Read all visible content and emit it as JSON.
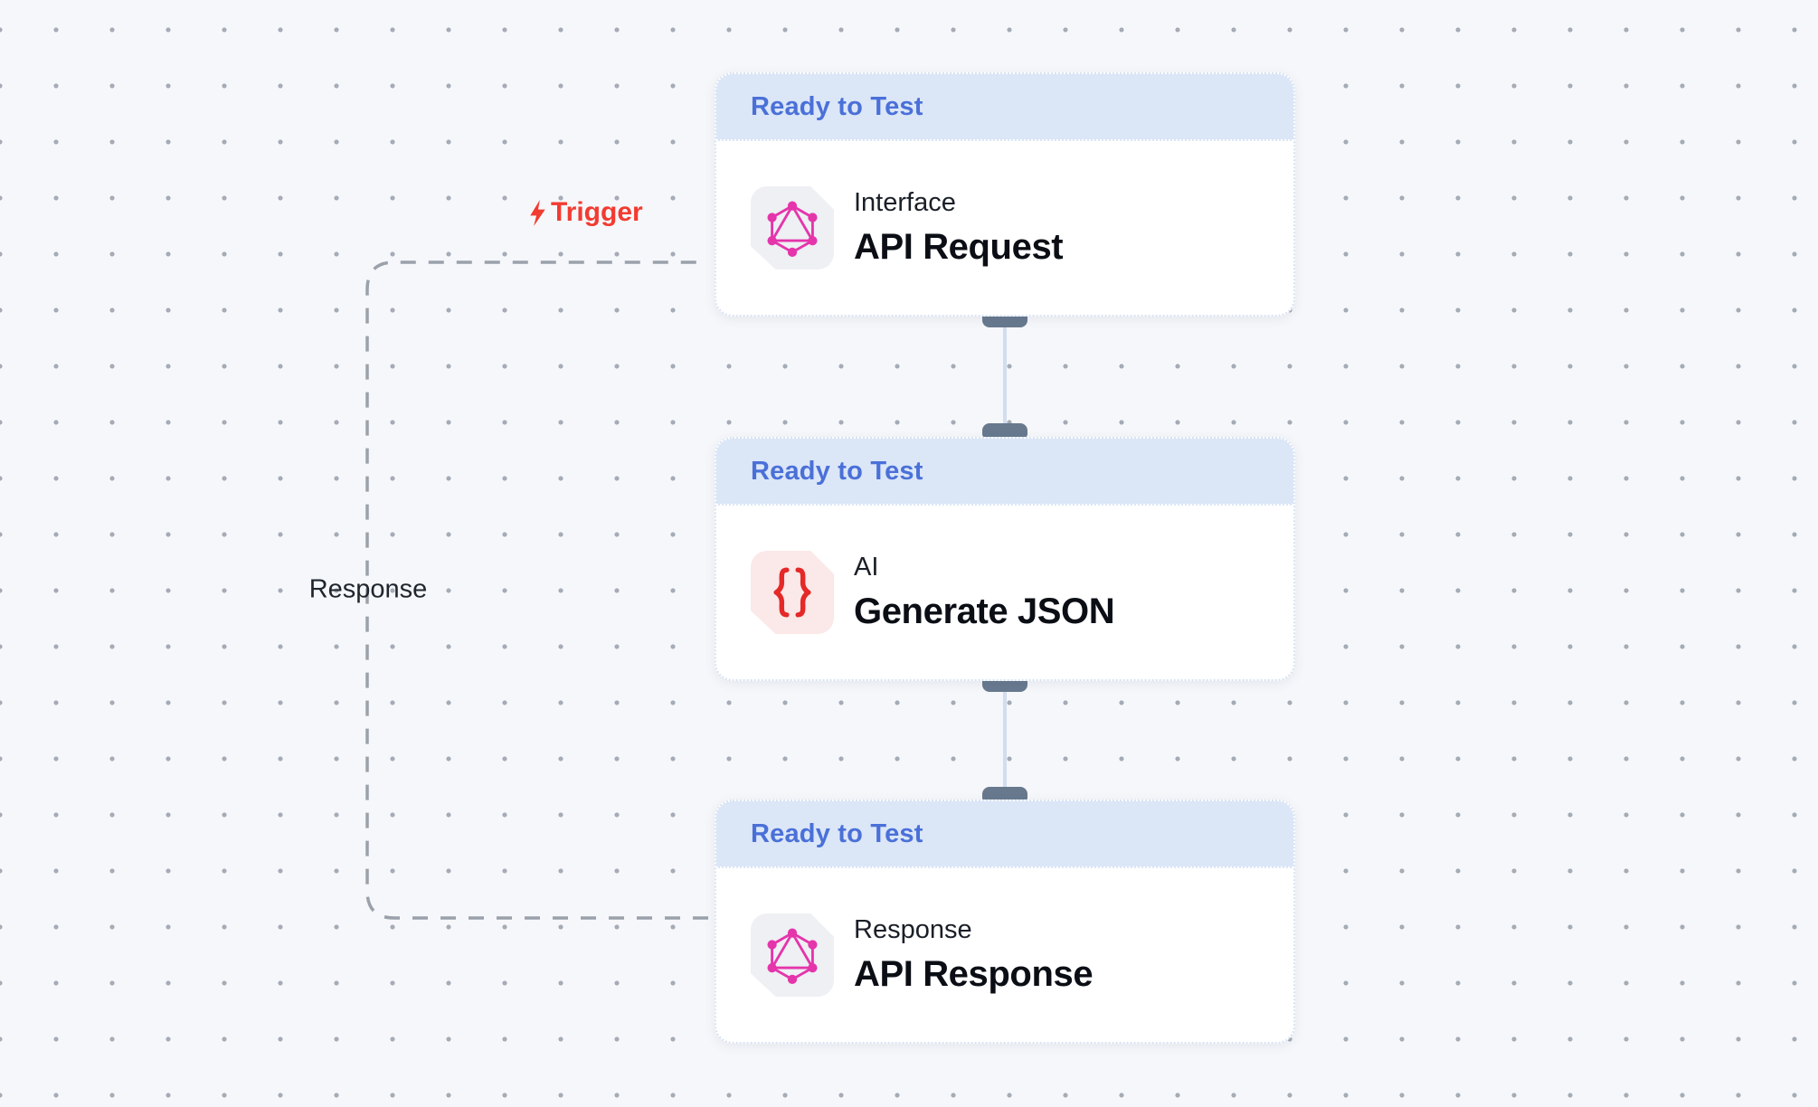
{
  "canvas": {
    "background": "#f6f7fa",
    "grid": "dot-grid"
  },
  "edges": {
    "trigger_label": "Trigger",
    "response_label": "Response"
  },
  "nodes": [
    {
      "status": "Ready to Test",
      "label": "Interface",
      "title": "API Request",
      "icon": "graphql-icon",
      "tile_color": "#eef0f4"
    },
    {
      "status": "Ready to Test",
      "label": "AI",
      "title": "Generate JSON",
      "icon": "curly-braces-icon",
      "tile_color": "#fbe8e8"
    },
    {
      "status": "Ready to Test",
      "label": "Response",
      "title": "API Response",
      "icon": "graphql-icon",
      "tile_color": "#eef0f4"
    }
  ],
  "colors": {
    "status_blue": "#4a70d8",
    "header_bg": "#dbe6f7",
    "trigger_red": "#f23b31",
    "graphql_pink": "#e535ab",
    "braces_red": "#e52828",
    "handle_slate": "#68798e",
    "connector_blue": "#d2ddf0",
    "dash_gray": "#9aa1ab"
  }
}
